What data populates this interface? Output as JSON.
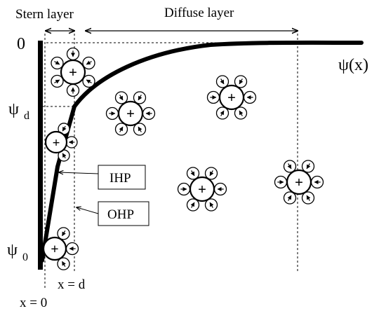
{
  "header": {
    "stern_layer": "Stern layer",
    "diffuse_layer": "Diffuse layer"
  },
  "axis": {
    "zero": "0",
    "psi_d": "ψ",
    "psi_d_sub": "d",
    "psi_0": "ψ",
    "psi_0_sub": "0",
    "curve_label": "ψ(x)",
    "x_eq_0": "x = 0",
    "x_eq_d": "x = d"
  },
  "planes": {
    "ihp": "IHP",
    "ohp": "OHP"
  },
  "ion_symbol": "+",
  "colors": {
    "ink": "#000000",
    "background": "#ffffff"
  }
}
